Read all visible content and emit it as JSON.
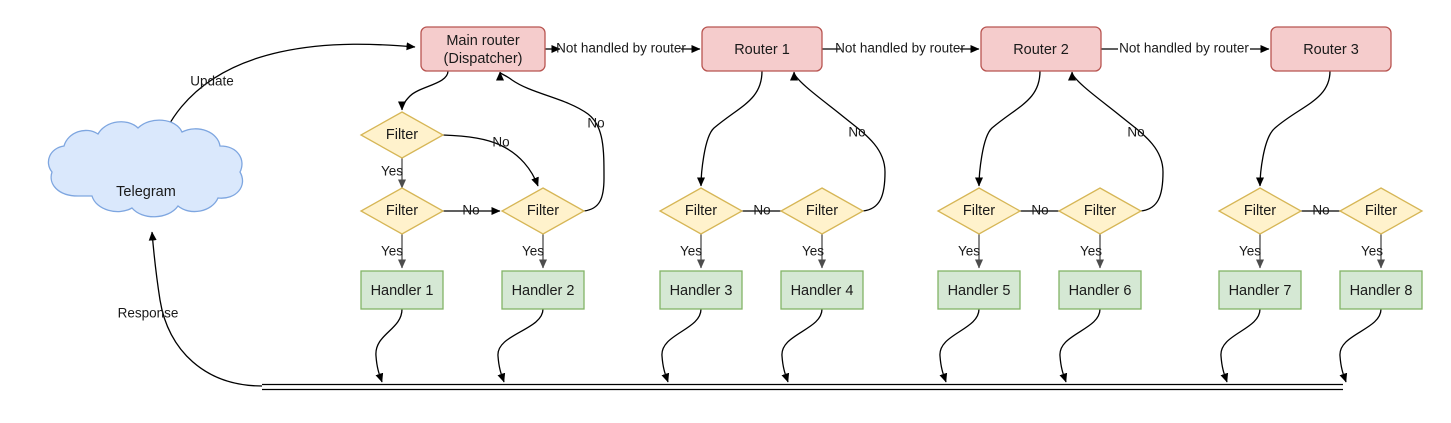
{
  "diagram": {
    "title": "Telegram bot update routing flow",
    "colors": {
      "router_fill": "#f5cccc",
      "router_stroke": "#b85450",
      "handler_fill": "#d5e8d4",
      "handler_stroke": "#82b366",
      "filter_fill": "#fff2cc",
      "filter_stroke": "#d6b656",
      "cloud_fill": "#dae8fc",
      "cloud_stroke": "#7ea6e0",
      "edge": "#000000",
      "background": "#ffffff"
    },
    "source": {
      "label": "Telegram",
      "shape": "cloud"
    },
    "routers": [
      {
        "id": "main-router",
        "line1": "Main router",
        "line2": "(Dispatcher)"
      },
      {
        "id": "router-1",
        "line1": "Router 1",
        "line2": ""
      },
      {
        "id": "router-2",
        "line1": "Router 2",
        "line2": ""
      },
      {
        "id": "router-3",
        "line1": "Router 3",
        "line2": ""
      }
    ],
    "filters": [
      {
        "id": "filter-a",
        "label": "Filter"
      },
      {
        "id": "filter-b",
        "label": "Filter"
      },
      {
        "id": "filter-c",
        "label": "Filter"
      },
      {
        "id": "filter-1",
        "label": "Filter"
      },
      {
        "id": "filter-2",
        "label": "Filter"
      },
      {
        "id": "filter-3",
        "label": "Filter"
      },
      {
        "id": "filter-4",
        "label": "Filter"
      },
      {
        "id": "filter-5",
        "label": "Filter"
      },
      {
        "id": "filter-6",
        "label": "Filter"
      },
      {
        "id": "filter-7",
        "label": "Filter"
      }
    ],
    "handlers": [
      {
        "id": "handler-1",
        "label": "Handler 1"
      },
      {
        "id": "handler-2",
        "label": "Handler 2"
      },
      {
        "id": "handler-3",
        "label": "Handler 3"
      },
      {
        "id": "handler-4",
        "label": "Handler 4"
      },
      {
        "id": "handler-5",
        "label": "Handler 5"
      },
      {
        "id": "handler-6",
        "label": "Handler 6"
      },
      {
        "id": "handler-7",
        "label": "Handler 7"
      },
      {
        "id": "handler-8",
        "label": "Handler 8"
      }
    ],
    "edge_labels": {
      "update": "Update",
      "response": "Response",
      "not_handled_1": "Not handled by router",
      "not_handled_2": "Not handled by router",
      "not_handled_3": "Not handled by router",
      "yes": "Yes",
      "no": "No"
    },
    "yes_labels": [
      "Yes",
      "Yes",
      "Yes",
      "Yes",
      "Yes",
      "Yes",
      "Yes",
      "Yes",
      "Yes"
    ],
    "no_labels": [
      "No",
      "No",
      "No",
      "No",
      "No",
      "No",
      "No",
      "No",
      "No",
      "No"
    ]
  }
}
